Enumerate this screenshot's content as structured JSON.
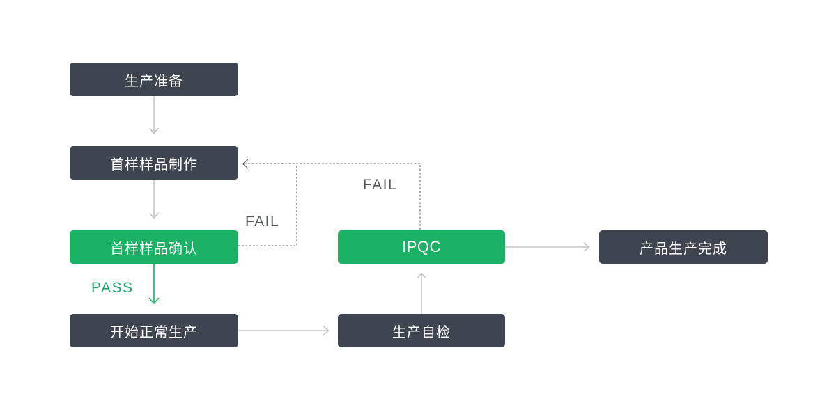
{
  "diagram": {
    "type": "flowchart",
    "nodes": [
      {
        "id": "production-prep",
        "label": "生产准备",
        "variant": "dark"
      },
      {
        "id": "first-sample-make",
        "label": "首样样品制作",
        "variant": "dark"
      },
      {
        "id": "first-sample-confirm",
        "label": "首样样品确认",
        "variant": "green"
      },
      {
        "id": "start-normal-production",
        "label": "开始正常生产",
        "variant": "dark"
      },
      {
        "id": "ipqc",
        "label": "IPQC",
        "variant": "green"
      },
      {
        "id": "production-self-check",
        "label": "生产自检",
        "variant": "dark"
      },
      {
        "id": "product-complete",
        "label": "产品生产完成",
        "variant": "dark"
      }
    ],
    "edges": [
      {
        "from": "production-prep",
        "to": "first-sample-make",
        "style": "solid",
        "label": ""
      },
      {
        "from": "first-sample-make",
        "to": "first-sample-confirm",
        "style": "solid",
        "label": ""
      },
      {
        "from": "first-sample-confirm",
        "to": "start-normal-production",
        "style": "solid-green",
        "label": "PASS"
      },
      {
        "from": "start-normal-production",
        "to": "production-self-check",
        "style": "solid",
        "label": ""
      },
      {
        "from": "production-self-check",
        "to": "ipqc",
        "style": "solid",
        "label": ""
      },
      {
        "from": "ipqc",
        "to": "product-complete",
        "style": "solid",
        "label": ""
      },
      {
        "from": "first-sample-confirm",
        "to": "first-sample-make",
        "style": "dashed",
        "label": "FAIL"
      },
      {
        "from": "ipqc",
        "to": "first-sample-make",
        "style": "dashed",
        "label": "FAIL"
      }
    ],
    "labels": {
      "pass": "PASS",
      "fail_sample_confirm": "FAIL",
      "fail_ipqc": "FAIL"
    },
    "colors": {
      "dark_node": "#3e4450",
      "green_node": "#1ab165",
      "node_text": "#ffffff",
      "arrow_gray": "#b9babc",
      "dashed_arrow": "#55585e",
      "fail_text": "#54575d",
      "pass_text": "#21a56d",
      "background": "#ffffff"
    }
  }
}
